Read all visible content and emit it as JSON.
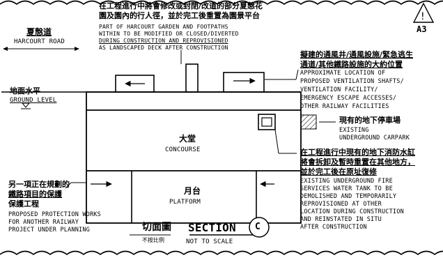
{
  "drawing_id": "A3",
  "harcourt_road": {
    "zh": "夏慤道",
    "en": "HARCOURT ROAD"
  },
  "top_note": {
    "zh_line1": "在工程進行中將會修改或封閉/改道的部分夏慤花",
    "zh_line2": "園及園內的行人徑，並於完工後重置為園景平台",
    "en_lines": [
      "PART OF HARCOURT GARDEN AND FOOTPATHS",
      "WITHIN TO BE MODIFIED OR CLOSED/DIVERTED",
      "DURING CONSTRUCTION AND REPROVISIONED",
      "AS LANDSCAPED DECK AFTER CONSTRUCTION"
    ]
  },
  "ground_level": {
    "zh": "地面水平",
    "en": "GROUND LEVEL"
  },
  "concourse": {
    "zh": "大堂",
    "en": "CONCOURSE"
  },
  "platform": {
    "zh": "月台",
    "en": "PLATFORM"
  },
  "vent_note": {
    "zh_line1": "擬建的通風井/通風設施/緊急逃生",
    "zh_line2": "通道/其他鐵路設施的大約位置",
    "en_lines": [
      "APPROXIMATE LOCATION OF",
      "PROPOSED VENTILATION SHAFTS/",
      "VENTILATION FACILITY/",
      "EMERGENCY ESCAPE ACCESSES/",
      "OTHER RAILWAY FACILITIES"
    ]
  },
  "carpark_note": {
    "zh": "現有的地下停車場",
    "en_lines": [
      "EXISTING",
      "UNDERGROUND CARPARK"
    ]
  },
  "tank_note": {
    "zh_lines": [
      "在工程進行中現有的地下消防水缸",
      "將會拆卸及暫時重置在其他地方，",
      "並於完工後在原址復修"
    ],
    "en_lines": [
      "EXISTING UNDERGROUND FIRE",
      "SERVICES WATER TANK TO BE",
      "DEMOLISHED AND TEMPORARILY",
      "REPROVISIONED AT OTHER",
      "LOCATION DURING CONSTRUCTION",
      "AND REINSTATED IN SITU",
      "AFTER CONSTRUCTION"
    ]
  },
  "protection_note": {
    "zh_lines": [
      "另一項正在規劃的",
      "鐵路項目的保護",
      "保護工程"
    ],
    "en_lines": [
      "PROPOSED PROTECTION WORKS",
      "FOR ANOTHER RAILWAY",
      "PROJECT UNDER PLANNING"
    ]
  },
  "section_title": {
    "zh": "切面圖",
    "en": "SECTION",
    "label": "C",
    "scale_zh": "不按比例",
    "scale_en": "NOT TO SCALE"
  }
}
